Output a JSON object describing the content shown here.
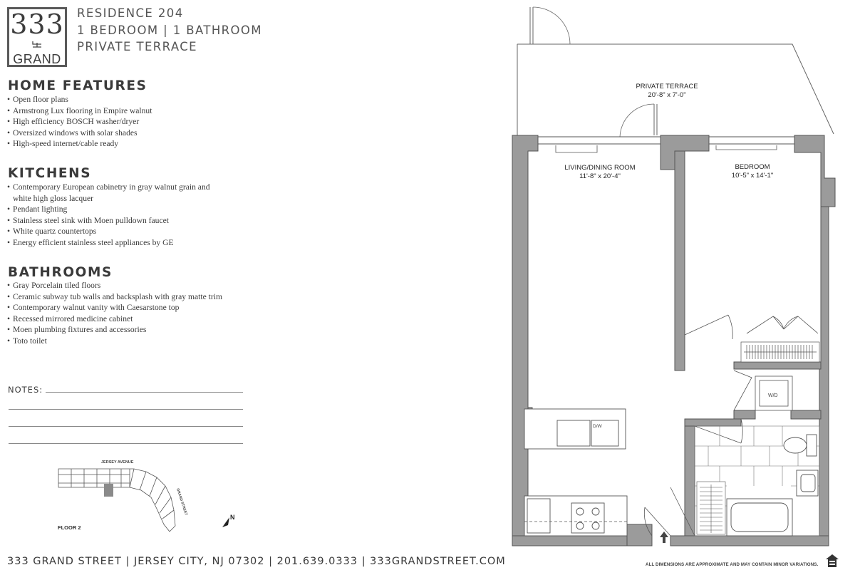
{
  "logo": {
    "number": "333",
    "word": "GRAND"
  },
  "header": {
    "line1": "RESIDENCE 204",
    "line2": "1 BEDROOM | 1 BATHROOM",
    "line3": "PRIVATE TERRACE"
  },
  "sections": [
    {
      "title": "HOME FEATURES",
      "items": [
        "Open floor plans",
        "Armstrong Lux flooring in Empire walnut",
        "High efficiency BOSCH washer/dryer",
        "Oversized windows with solar shades",
        "High-speed internet/cable ready"
      ]
    },
    {
      "title": "KITCHENS",
      "items": [
        "Contemporary European cabinetry in gray walnut grain and",
        "white high gloss lacquer",
        "Pendant lighting",
        "Stainless steel sink with Moen pulldown faucet",
        "White quartz countertops",
        "Energy efficient stainless steel appliances by GE"
      ]
    },
    {
      "title": "BATHROOMS",
      "items": [
        "Gray Porcelain tiled floors",
        "Ceramic subway tub walls and backsplash with gray matte trim",
        "Contemporary walnut vanity with Caesarstone top",
        "Recessed mirrored medicine cabinet",
        "Moen plumbing fixtures and accessories",
        "Toto toilet"
      ]
    }
  ],
  "notes": {
    "label": "NOTES:"
  },
  "keyplan": {
    "street_top": "JERSEY AVENUE",
    "street_side": "GRAND STREET",
    "floor": "FLOOR 2",
    "north": "N"
  },
  "floorplan": {
    "rooms": [
      {
        "name": "PRIVATE TERRACE",
        "dims": "20'-8\" x 7'-0\""
      },
      {
        "name": "LIVING/DINING ROOM",
        "dims": "11'-8\" x 20'-4\""
      },
      {
        "name": "BEDROOM",
        "dims": "10'-5\" x 14'-1\""
      }
    ],
    "labels": {
      "washer_dryer": "W/D",
      "dishwasher": "D/W"
    }
  },
  "footer": {
    "text": "333 GRAND STREET  |  JERSEY CITY, NJ 07302  |  201.639.0333  |  333GRANDSTREET.COM"
  },
  "disclaimer": "ALL DIMENSIONS ARE APPROXIMATE AND MAY CONTAIN MINOR VARIATIONS.",
  "colors": {
    "wall": "#9b9b9b",
    "line": "#555555",
    "text": "#3a3a3a"
  },
  "icons": [
    "equal-housing-icon",
    "north-arrow-icon",
    "entry-arrow-icon"
  ]
}
